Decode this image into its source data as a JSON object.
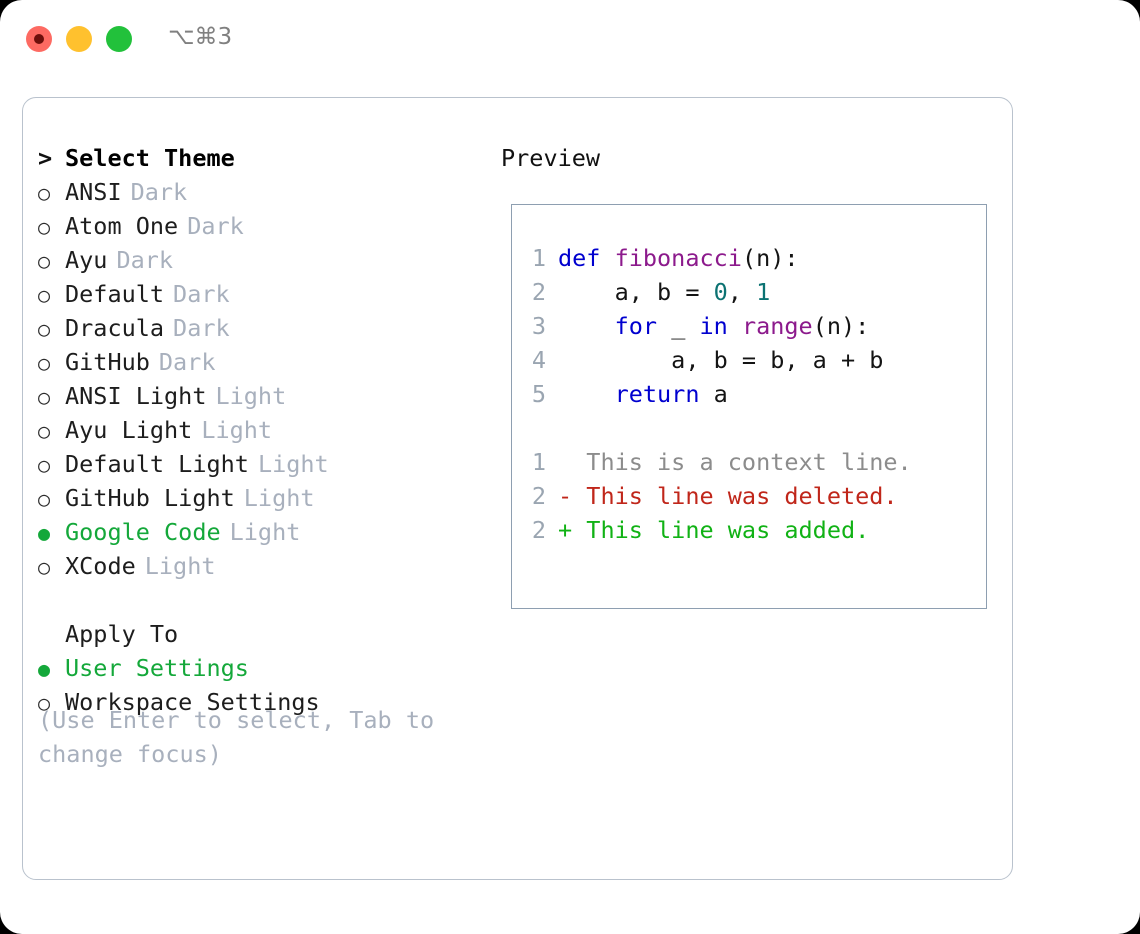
{
  "titlebar": {
    "shortcut": "⌥⌘3",
    "buttons": [
      {
        "name": "close",
        "color": "#fd6a62"
      },
      {
        "name": "minimize",
        "color": "#ffc12e"
      },
      {
        "name": "maximize",
        "color": "#22c13b"
      }
    ]
  },
  "theme_picker": {
    "caret": ">",
    "header": "Select Theme",
    "marker_off": "○",
    "marker_on": "●",
    "items": [
      {
        "label": "ANSI",
        "variant": "Dark",
        "selected": false
      },
      {
        "label": "Atom One",
        "variant": "Dark",
        "selected": false
      },
      {
        "label": "Ayu",
        "variant": "Dark",
        "selected": false
      },
      {
        "label": "Default",
        "variant": "Dark",
        "selected": false
      },
      {
        "label": "Dracula",
        "variant": "Dark",
        "selected": false
      },
      {
        "label": "GitHub",
        "variant": "Dark",
        "selected": false
      },
      {
        "label": "ANSI Light",
        "variant": "Light",
        "selected": false
      },
      {
        "label": "Ayu Light",
        "variant": "Light",
        "selected": false
      },
      {
        "label": "Default Light",
        "variant": "Light",
        "selected": false
      },
      {
        "label": "GitHub Light",
        "variant": "Light",
        "selected": false
      },
      {
        "label": "Google Code",
        "variant": "Light",
        "selected": true
      },
      {
        "label": "XCode",
        "variant": "Light",
        "selected": false
      }
    ]
  },
  "apply_to": {
    "header": "Apply To",
    "options": [
      {
        "label": "User Settings",
        "selected": true
      },
      {
        "label": "Workspace Settings",
        "selected": false
      }
    ]
  },
  "hint": "(Use Enter to select, Tab to change focus)",
  "preview": {
    "title": "Preview",
    "code_lines": [
      {
        "ln": "1",
        "tokens": [
          {
            "t": "def ",
            "c": "kw"
          },
          {
            "t": "fibonacci",
            "c": "fn"
          },
          {
            "t": "(n):",
            "c": "plain"
          }
        ]
      },
      {
        "ln": "2",
        "tokens": [
          {
            "t": "    a, b = ",
            "c": "plain"
          },
          {
            "t": "0",
            "c": "num"
          },
          {
            "t": ", ",
            "c": "plain"
          },
          {
            "t": "1",
            "c": "num"
          }
        ]
      },
      {
        "ln": "3",
        "tokens": [
          {
            "t": "    for ",
            "c": "kw"
          },
          {
            "t": "_ ",
            "c": "plain"
          },
          {
            "t": "in ",
            "c": "kw"
          },
          {
            "t": "range",
            "c": "fn"
          },
          {
            "t": "(n):",
            "c": "plain"
          }
        ]
      },
      {
        "ln": "4",
        "tokens": [
          {
            "t": "        a, b = b, a + b",
            "c": "plain"
          }
        ]
      },
      {
        "ln": "5",
        "tokens": [
          {
            "t": "    return ",
            "c": "kw"
          },
          {
            "t": "a",
            "c": "plain"
          }
        ]
      }
    ],
    "diff_lines": [
      {
        "ln": "1",
        "text": "  This is a context line.",
        "kind": "ctx"
      },
      {
        "ln": "2",
        "text": "- This line was deleted.",
        "kind": "del"
      },
      {
        "ln": "2",
        "text": "+ This line was added.",
        "kind": "add"
      }
    ]
  },
  "colors": {
    "accent_green": "#14a83a",
    "muted": "#a8b0bd",
    "panel_border": "#b9c2cd",
    "preview_border": "#8e9fb1",
    "keyword": "#0000cf",
    "function": "#8c1a8c",
    "number": "#0b7272",
    "diff_added": "#11b215",
    "diff_deleted": "#c0261a",
    "line_number": "#9aa5b1"
  }
}
